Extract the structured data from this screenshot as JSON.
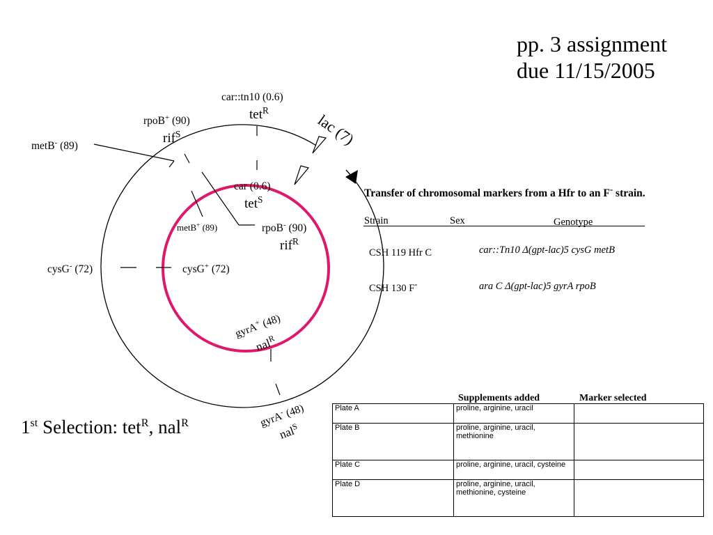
{
  "assignment": {
    "line1": "pp. 3 assignment",
    "line2": "due 11/15/2005"
  },
  "map": {
    "outer_labels": {
      "car_tn10": "car::tn10 (0.6)",
      "tet_r": {
        "base": "tet",
        "sup": "R"
      },
      "rpob_plus": {
        "base": "rpoB",
        "sup": "+",
        "rest": " (90)"
      },
      "rif_s": {
        "base": "rif",
        "sup": "S"
      },
      "metb_minus": {
        "base": "metB",
        "sup": "-",
        "rest": " (89)"
      },
      "lac": "lac (7)",
      "cysg_minus": {
        "base": "cysG",
        "sup": "-",
        "rest": " (72)"
      },
      "gyra_minus": {
        "base": "gyrA",
        "sup": "-",
        "rest": " (48)"
      },
      "nal_s": {
        "base": "nal",
        "sup": "S"
      }
    },
    "inner_labels": {
      "car": "car (0.6)",
      "tet_s": {
        "base": "tet",
        "sup": "S"
      },
      "metb_plus": {
        "base": "metB",
        "sup": "+",
        "rest": " (89)"
      },
      "rpob_minus": {
        "base": "rpoB",
        "sup": "-",
        "rest": " (90)"
      },
      "rif_r": {
        "base": "rif",
        "sup": "R"
      },
      "cysg_plus": {
        "base": "cysG",
        "sup": "+",
        "rest": " (72)"
      },
      "gyra_plus": {
        "base": "gyrA",
        "sup": "+",
        "rest": " (48)"
      },
      "nal_r": {
        "base": "nal",
        "sup": "R"
      }
    },
    "colors": {
      "inner_circle": "#e0186c",
      "outer_circle": "#000000"
    }
  },
  "genotype_table": {
    "title_pre": "Transfer of chromosomal markers from a Hfr to an F",
    "title_sup": "-",
    "title_post": " strain.",
    "headers": {
      "strain": "Strain",
      "sex": "Sex",
      "genotype": "Genotype"
    },
    "rows": [
      {
        "strain": "CSH 119 Hfr C",
        "strain_sup": "",
        "genotype": "car::Tn10  Δ(gpt-lac)5  cysG  metB"
      },
      {
        "strain": "CSH 130 F",
        "strain_sup": "-",
        "genotype": "ara C  Δ(gpt-lac)5 gyrA rpoB"
      }
    ]
  },
  "plates_table": {
    "headers": {
      "supplements": "Supplements added",
      "marker": "Marker selected"
    },
    "rows": [
      {
        "plate": "Plate A",
        "supplements": "proline, arginine, uracil",
        "marker": ""
      },
      {
        "plate": "Plate B",
        "supplements": "proline, arginine, uracil, methionine",
        "marker": ""
      },
      {
        "plate": "Plate C",
        "supplements": "proline, arginine, uracil, cysteine",
        "marker": ""
      },
      {
        "plate": "Plate D",
        "supplements": "proline, arginine, uracil, methionine, cysteine",
        "marker": ""
      }
    ]
  },
  "selection": {
    "ordinal": "1",
    "ordinal_sup": "st",
    "text": " Selection: tet",
    "sup1": "R",
    "sep": ", nal",
    "sup2": "R"
  }
}
